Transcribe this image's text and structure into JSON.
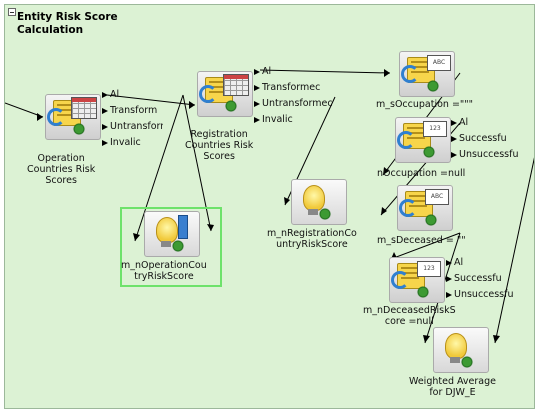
{
  "panel": {
    "title": "Entity Risk Score\nCalculation"
  },
  "nodes": {
    "operation": {
      "label": "Operation\nCountries Risk\nScores",
      "ports": [
        "Al",
        "Transformec",
        "Untransformec",
        "Invalic"
      ]
    },
    "registration": {
      "label": "Registration\nCountries Risk\nScores",
      "ports": [
        "Al",
        "Transformec",
        "Untransformec",
        "Invalic"
      ]
    },
    "opcountry": {
      "label": "m_nOperationCou\ntryRiskScore"
    },
    "regcountry": {
      "label": "m_nRegistrationCo\nuntryRiskScore"
    },
    "socc": {
      "label": "m_sOccupation =\"\"\"",
      "tag": "ABC"
    },
    "nocc": {
      "label": "nOccupation =null",
      "tag": "123",
      "ports": [
        "Al",
        "Successfu",
        "Unsuccessfu"
      ]
    },
    "sdec": {
      "label": "m_sDeceased = \"\"",
      "tag": "ABC"
    },
    "ndec": {
      "label": "m_nDeceasedRiskS\ncore =null",
      "tag": "123",
      "ports": [
        "Al",
        "Successfu",
        "Unsuccessfu"
      ]
    },
    "weighted": {
      "label": "Weighted Average\nfor DJW_E"
    }
  }
}
